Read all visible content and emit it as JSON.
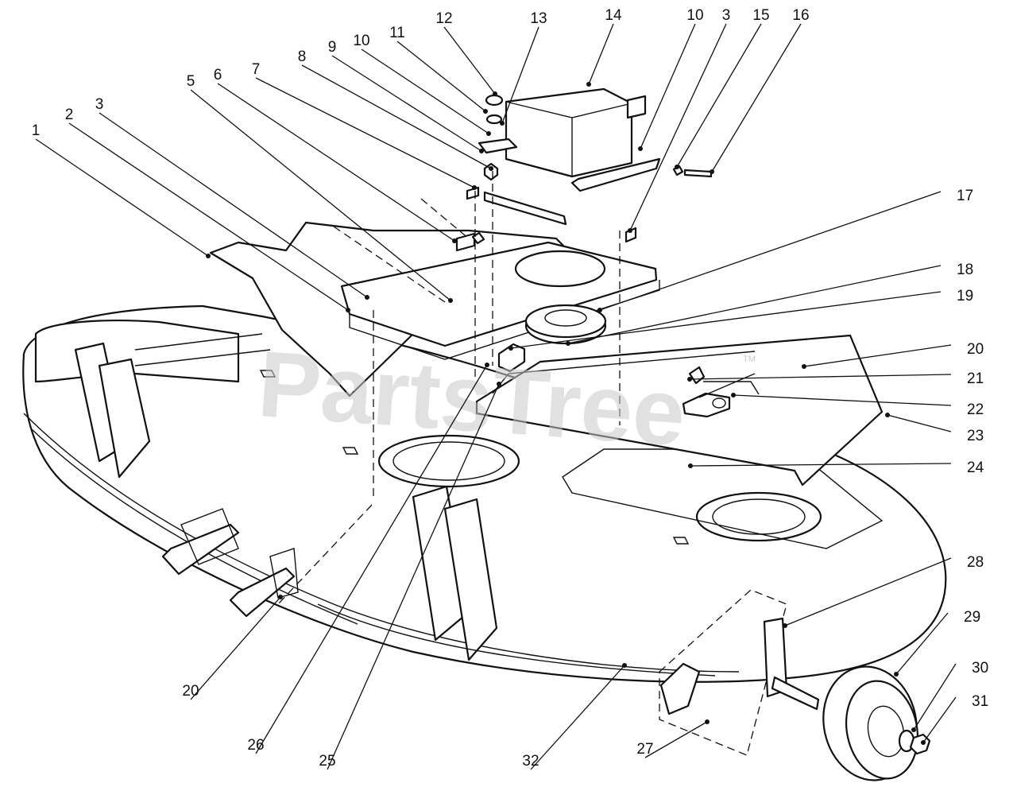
{
  "watermark": {
    "text": "PartsTree",
    "mark": "TM"
  },
  "callouts": [
    {
      "number": "1",
      "label": [
        45,
        165
      ],
      "target": [
        262,
        322
      ]
    },
    {
      "number": "2",
      "label": [
        87,
        145
      ],
      "target": [
        438,
        390
      ]
    },
    {
      "number": "3",
      "label": [
        125,
        132
      ],
      "target": [
        462,
        374
      ]
    },
    {
      "number": "5",
      "label": [
        240,
        103
      ],
      "target": [
        567,
        378
      ]
    },
    {
      "number": "6",
      "label": [
        274,
        95
      ],
      "target": [
        572,
        303
      ]
    },
    {
      "number": "7",
      "label": [
        322,
        88
      ],
      "target": [
        597,
        236
      ]
    },
    {
      "number": "8",
      "label": [
        380,
        72
      ],
      "target": [
        618,
        212
      ]
    },
    {
      "number": "9",
      "label": [
        418,
        60
      ],
      "target": [
        606,
        190
      ]
    },
    {
      "number": "10",
      "label": [
        455,
        52
      ],
      "target": [
        615,
        168
      ]
    },
    {
      "number": "11",
      "label": [
        500,
        42
      ],
      "target": [
        611,
        140
      ]
    },
    {
      "number": "12",
      "label": [
        559,
        24
      ],
      "target": [
        623,
        118
      ]
    },
    {
      "number": "13",
      "label": [
        678,
        24
      ],
      "target": [
        632,
        155
      ]
    },
    {
      "number": "14",
      "label": [
        772,
        20
      ],
      "target": [
        741,
        106
      ]
    },
    {
      "number": "10",
      "label": [
        875,
        20
      ],
      "target": [
        806,
        187
      ]
    },
    {
      "number": "3",
      "label": [
        914,
        20
      ],
      "target": [
        793,
        290
      ]
    },
    {
      "number": "15",
      "label": [
        958,
        20
      ],
      "target": [
        852,
        210
      ]
    },
    {
      "number": "16",
      "label": [
        1008,
        20
      ],
      "target": [
        896,
        216
      ]
    },
    {
      "number": "17",
      "label": [
        1204,
        247
      ],
      "target": [
        755,
        390
      ]
    },
    {
      "number": "18",
      "label": [
        1204,
        340
      ],
      "target": [
        715,
        432
      ]
    },
    {
      "number": "19",
      "label": [
        1204,
        373
      ],
      "target": [
        643,
        438
      ]
    },
    {
      "number": "20",
      "label": [
        1217,
        440
      ],
      "target": [
        1012,
        461
      ]
    },
    {
      "number": "21",
      "label": [
        1217,
        477
      ],
      "target": [
        868,
        477
      ]
    },
    {
      "number": "22",
      "label": [
        1217,
        516
      ],
      "target": [
        923,
        497
      ]
    },
    {
      "number": "23",
      "label": [
        1217,
        549
      ],
      "target": [
        1117,
        522
      ]
    },
    {
      "number": "24",
      "label": [
        1217,
        589
      ],
      "target": [
        869,
        586
      ]
    },
    {
      "number": "28",
      "label": [
        1217,
        708
      ],
      "target": [
        988,
        787
      ]
    },
    {
      "number": "29",
      "label": [
        1213,
        777
      ],
      "target": [
        1128,
        848
      ]
    },
    {
      "number": "30",
      "label": [
        1223,
        841
      ],
      "target": [
        1150,
        918
      ]
    },
    {
      "number": "31",
      "label": [
        1223,
        883
      ],
      "target": [
        1162,
        934
      ]
    },
    {
      "number": "20",
      "label": [
        240,
        870
      ],
      "target": [
        353,
        751
      ]
    },
    {
      "number": "26",
      "label": [
        322,
        938
      ],
      "target": [
        613,
        459
      ]
    },
    {
      "number": "25",
      "label": [
        412,
        958
      ],
      "target": [
        628,
        483
      ]
    },
    {
      "number": "32",
      "label": [
        668,
        958
      ],
      "target": [
        786,
        837
      ]
    },
    {
      "number": "27",
      "label": [
        812,
        943
      ],
      "target": [
        890,
        908
      ]
    }
  ]
}
